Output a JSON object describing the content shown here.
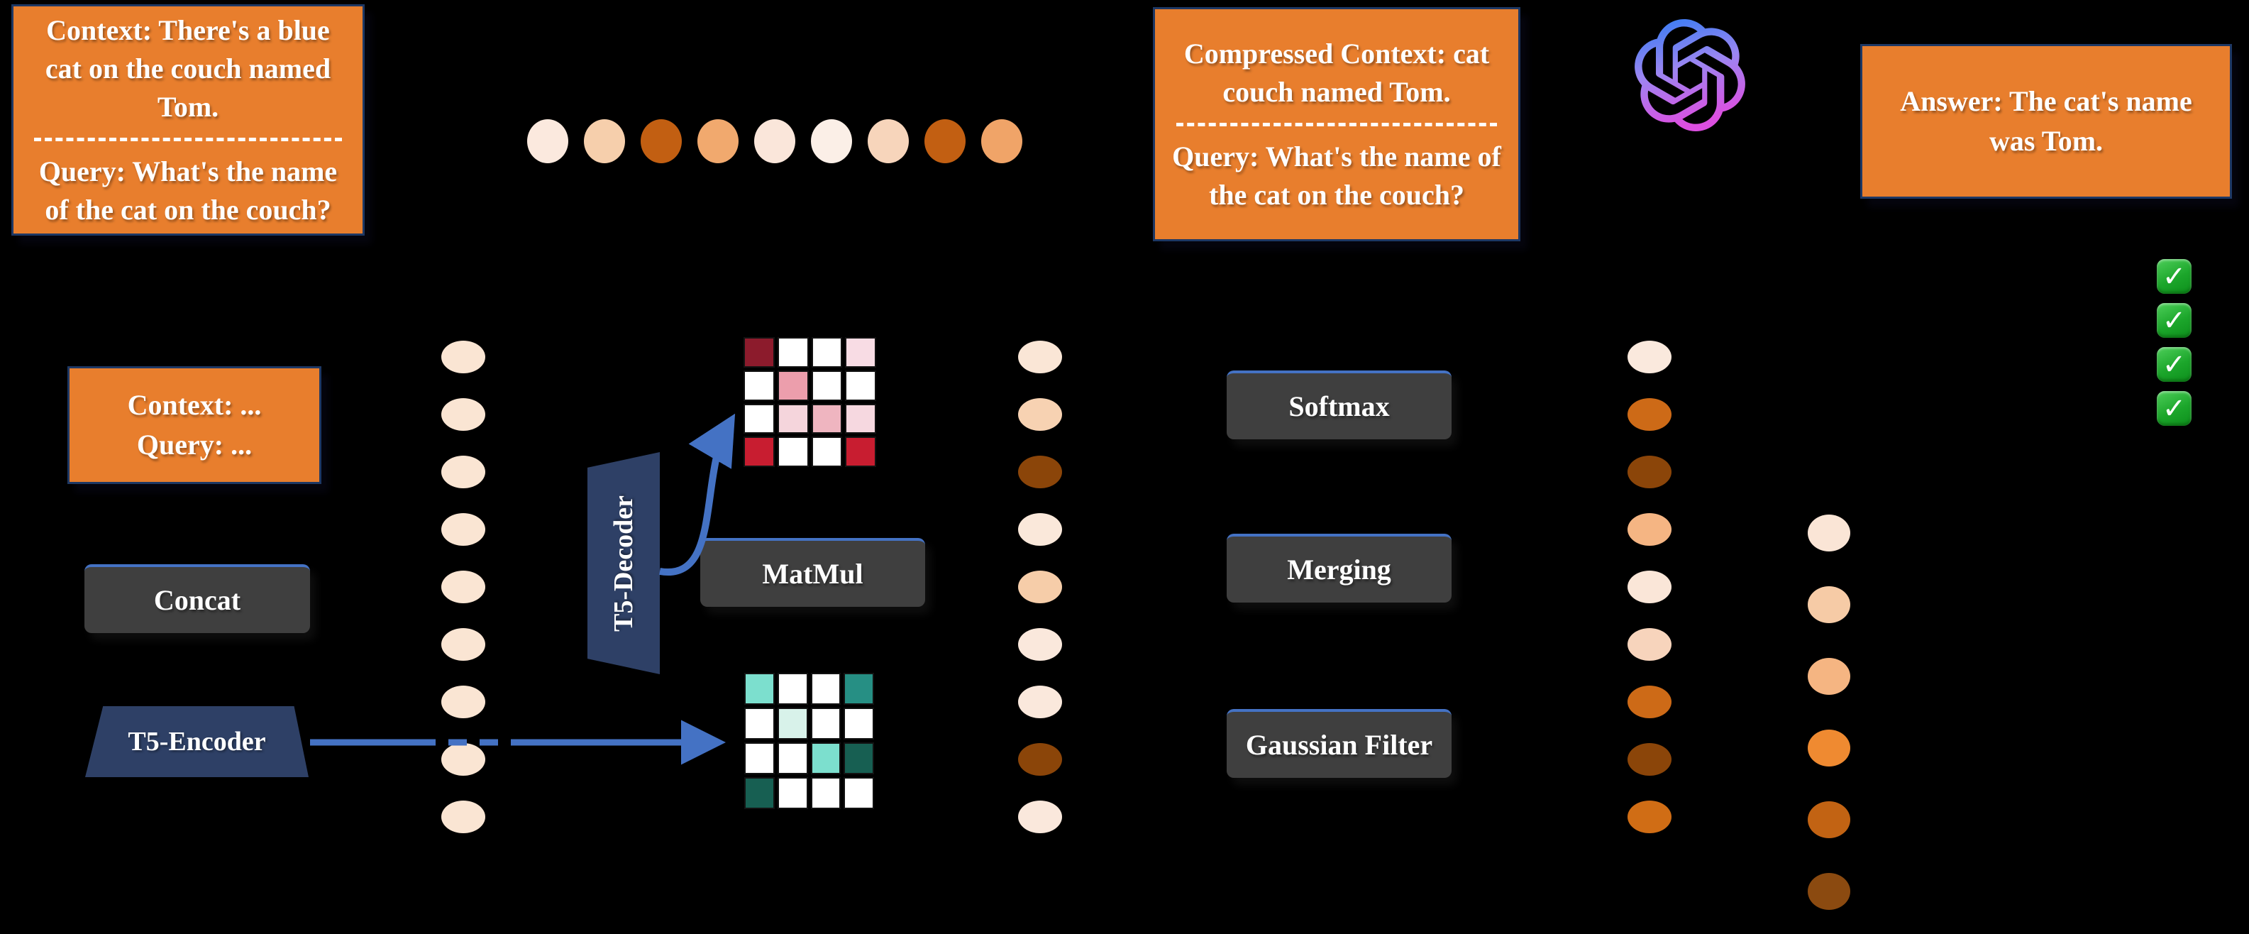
{
  "colors": {
    "background": "#000000",
    "box_orange": "#E87E2D",
    "box_border_navy": "#1E3864",
    "box_gray": "#3F3F3F",
    "box_gray_top_border": "#4472C4",
    "trapezoid_navy": "#2E4066",
    "arrow_blue": "#4472C4",
    "check_green": "#1CA62B",
    "text_white": "#FFFFFF",
    "logo_gradient_top": "#2E7BF3",
    "logo_gradient_mid": "#9B86F2",
    "logo_gradient_bottom": "#DC4FE0"
  },
  "input_box": {
    "context_line": "Context: There's a blue cat on the couch named Tom.",
    "query_line": "Query: What's the name of the cat on the couch?"
  },
  "context_query_box": {
    "line1": "Context: ...",
    "line2": "Query: ..."
  },
  "compressed_box": {
    "context_line": "Compressed Context: cat couch named Tom.",
    "query_line": "Query: What's the name of the cat on the couch?"
  },
  "answer_box": {
    "text": "Answer: The cat's name was Tom."
  },
  "labels": {
    "concat": "Concat",
    "t5_encoder": "T5-Encoder",
    "t5_decoder": "T5-Decoder",
    "matmul": "MatMul",
    "softmax": "Softmax",
    "merging": "Merging",
    "gaussian_filter": "Gaussian Filter"
  },
  "checkmarks": {
    "count": 4,
    "symbol": "✓"
  },
  "dots": {
    "top_row": [
      "#FBE9DE",
      "#F6CFAC",
      "#C25F12",
      "#F1A96E",
      "#FAE6DA",
      "#FBEFE7",
      "#F7D5BB",
      "#C25F12",
      "#F0A468"
    ],
    "encoder_tokens": [
      "#FAE5D3",
      "#FAE5D3",
      "#FAE5D3",
      "#FAE5D3",
      "#FAE5D3",
      "#FAE5D3",
      "#FAE5D3",
      "#FAE5D3",
      "#FAE5D3"
    ],
    "attended_tokens": [
      "#FAE6D6",
      "#F7D2B2",
      "#8B4509",
      "#FAE8DA",
      "#F6CDA9",
      "#FAE8DC",
      "#FAE8DC",
      "#8B4509",
      "#FAE8DC"
    ],
    "scored_tokens": [
      "#FAE9DD",
      "#CD6A17",
      "#8B4509",
      "#F5B583",
      "#FAE6D8",
      "#F7D4BC",
      "#CD6A17",
      "#8B4509",
      "#D06D15"
    ],
    "merged_tokens": [
      "#FAE5D6",
      "#F6CBA6",
      "#F5B582",
      "#EF8A31",
      "#C26313",
      "#8B4A10"
    ]
  },
  "matrices": {
    "attention_scores": [
      [
        "#8C1B2C",
        "#FFFFFF",
        "#FFFFFF",
        "#F8DCE4"
      ],
      [
        "#FFFFFF",
        "#EC9EAC",
        "#FFFFFF",
        "#FFFFFF"
      ],
      [
        "#FFFFFF",
        "#F5D5DC",
        "#EFB5C0",
        "#F6D8E0"
      ],
      [
        "#C81D30",
        "#FFFFFF",
        "#FFFFFF",
        "#C81D30"
      ]
    ],
    "encoder_hidden": [
      [
        "#7CDFCE",
        "#FFFFFF",
        "#FFFFFF",
        "#268F84"
      ],
      [
        "#FFFFFF",
        "#D8F2EA",
        "#FFFFFF",
        "#FFFFFF"
      ],
      [
        "#FFFFFF",
        "#FFFFFF",
        "#7CDFCE",
        "#175F52"
      ],
      [
        "#175F52",
        "#FFFFFF",
        "#FFFFFF",
        "#FFFFFF"
      ]
    ]
  }
}
